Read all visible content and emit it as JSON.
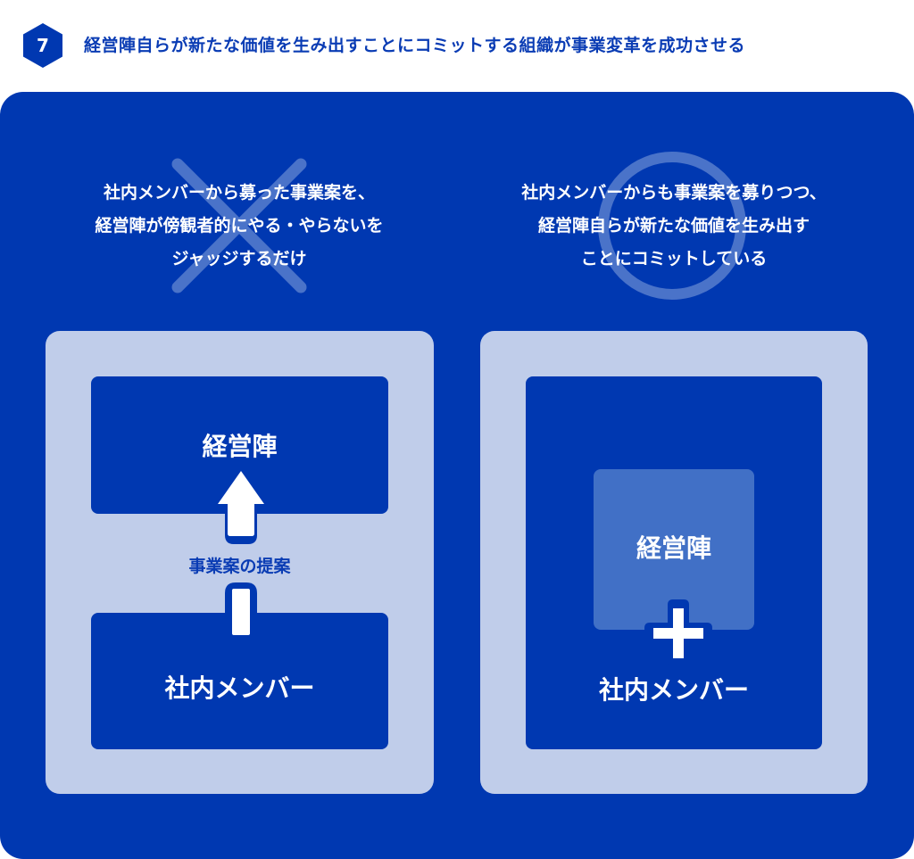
{
  "header": {
    "step_number": "7",
    "title": "経営陣自らが新たな価値を生み出すことにコミットする組織が事業変革を成功させる"
  },
  "left": {
    "mark": "cross-icon",
    "caption_lines": [
      "社内メンバーから募った事業案を、",
      "経営陣が傍観者的にやる・やらないを",
      "ジャッジするだけ"
    ],
    "top_box": "経営陣",
    "arrow_label": "事業案の提案",
    "bottom_box": "社内メンバー"
  },
  "right": {
    "mark": "circle-icon",
    "caption_lines": [
      "社内メンバーからも事業案を募りつつ、",
      "経営陣自らが新たな価値を生み出す",
      "ことにコミットしている"
    ],
    "inner_box": "経営陣",
    "connector": "plus-icon",
    "bottom_label": "社内メンバー"
  },
  "colors": {
    "primary": "#0038b1",
    "light": "#c0cdea",
    "accent": "#4170c6"
  }
}
